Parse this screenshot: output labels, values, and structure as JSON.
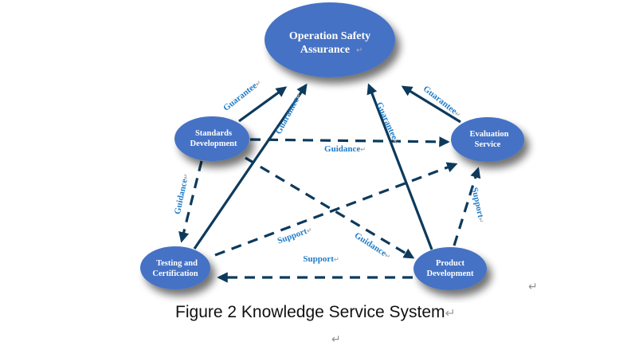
{
  "diagram": {
    "nodes": {
      "osa": {
        "lines": [
          "Operation Safety",
          "Assurance"
        ]
      },
      "std": {
        "lines": [
          "Standards",
          "Development"
        ]
      },
      "eval": {
        "lines": [
          "Evaluation",
          "Service"
        ]
      },
      "test": {
        "lines": [
          "Testing and",
          "Certification"
        ]
      },
      "prod": {
        "lines": [
          "Product",
          "Development"
        ]
      }
    },
    "edges": [
      {
        "from": "std",
        "to": "osa",
        "style": "solid",
        "label": "Guarantee"
      },
      {
        "from": "test",
        "to": "osa",
        "style": "solid",
        "label": "Guarantee"
      },
      {
        "from": "prod",
        "to": "osa",
        "style": "solid",
        "label": "Guarantee"
      },
      {
        "from": "eval",
        "to": "osa",
        "style": "solid",
        "label": "Guarantee"
      },
      {
        "from": "std",
        "to": "eval",
        "style": "dashed",
        "label": "Guidance"
      },
      {
        "from": "std",
        "to": "test",
        "style": "dashed",
        "label": "Guidance"
      },
      {
        "from": "std",
        "to": "prod",
        "style": "dashed",
        "label": "Guidance"
      },
      {
        "from": "test",
        "to": "eval",
        "style": "dashed",
        "label": "Support"
      },
      {
        "from": "prod",
        "to": "test",
        "style": "dashed",
        "label": "Support"
      },
      {
        "from": "prod",
        "to": "eval",
        "style": "dashed",
        "label": "Support"
      }
    ],
    "colors": {
      "node_fill": "#4472c4",
      "arrow": "#0d3a5c",
      "edge_label": "#1f7cc8"
    }
  },
  "caption": "Figure 2 Knowledge Service System",
  "paragraph_mark": "↵"
}
